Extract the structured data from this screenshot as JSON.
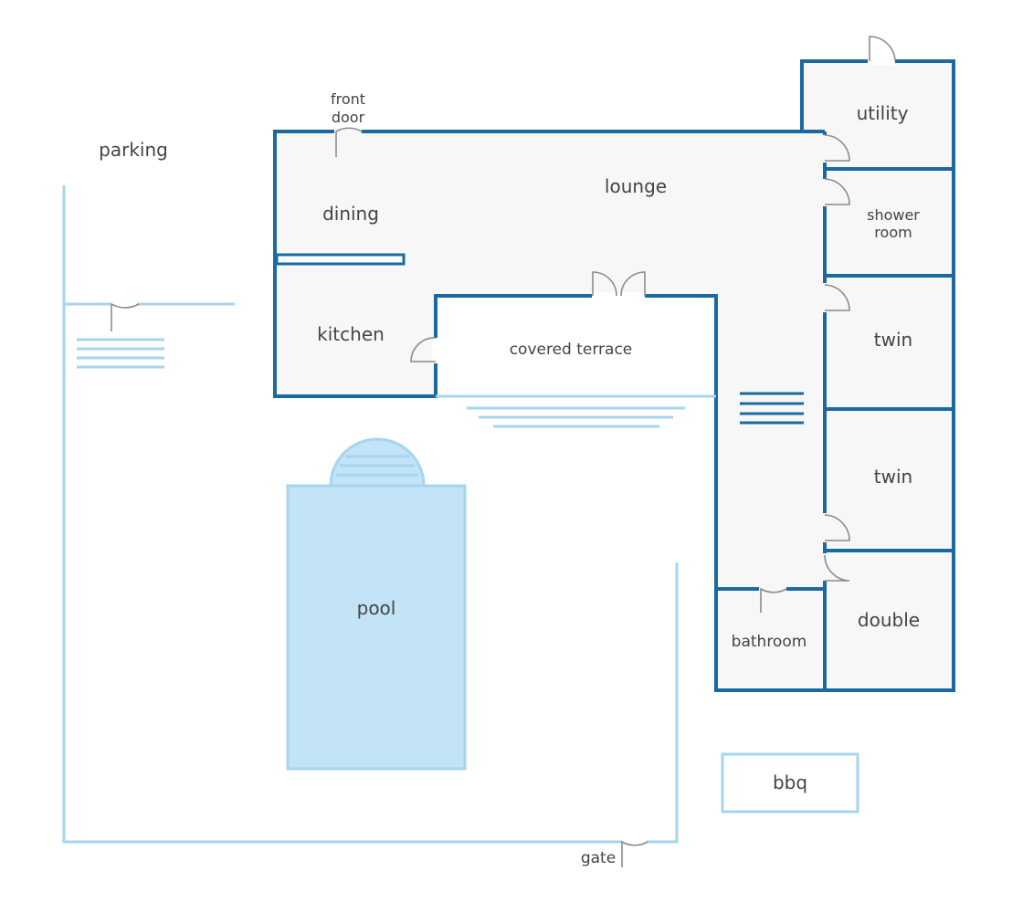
{
  "labels": {
    "parking": "parking",
    "front_door_line1": "front",
    "front_door_line2": "door",
    "dining": "dining",
    "lounge": "lounge",
    "kitchen": "kitchen",
    "covered_terrace": "covered terrace",
    "utility": "utility",
    "shower_room_line1": "shower",
    "shower_room_line2": "room",
    "twin_1": "twin",
    "twin_2": "twin",
    "bathroom": "bathroom",
    "double": "double",
    "pool": "pool",
    "bbq": "bbq",
    "gate": "gate"
  },
  "colors": {
    "wall": "#1a69a0",
    "fence": "#a6d5ef",
    "pool_fill": "#c3e3f7",
    "floor": "#f7f7f7",
    "door": "#8c8c8c",
    "text": "#444444"
  }
}
